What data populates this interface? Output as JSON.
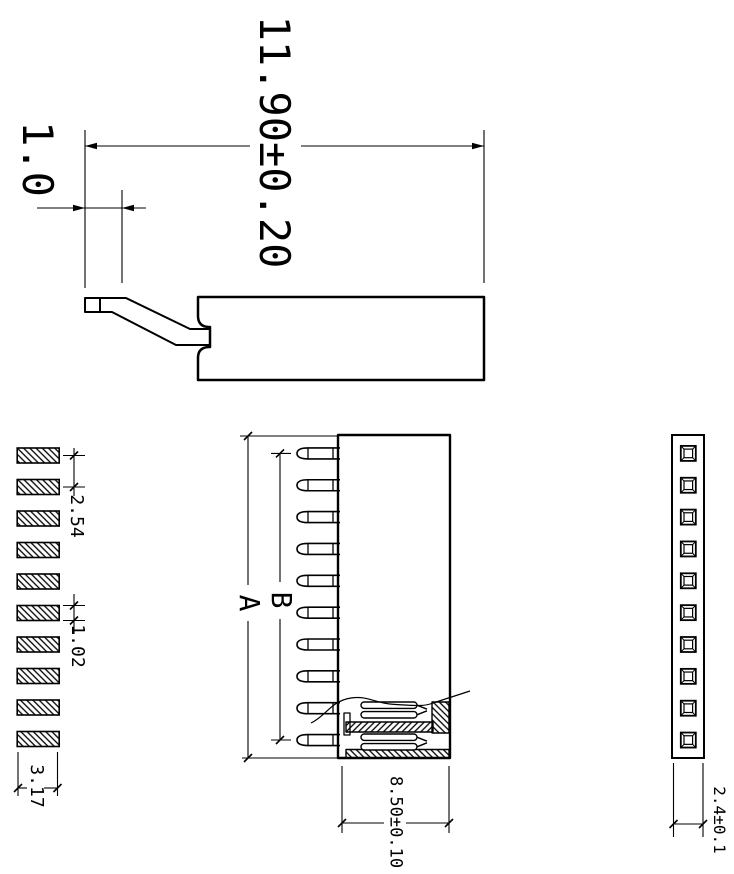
{
  "drawing": {
    "background": "#ffffff",
    "line_color": "#000000",
    "counts": {
      "footprint_pads": 10,
      "pins": 10,
      "pin_holes": 10
    },
    "views": {
      "side_view": {
        "dims": {
          "overall_length": "11.90±0.20",
          "pin_tip_length": "1.0"
        }
      },
      "footprint_view": {
        "dims": {
          "pad_pitch": "2.54",
          "pad_width": "1.02",
          "pad_length": "3.17"
        }
      },
      "section_view": {
        "dims": {
          "overall_height": "A",
          "pin_span": "B",
          "body_width": "8.50±0.10"
        }
      },
      "rear_view": {
        "dims": {
          "body_thickness": "2.4±0.1"
        }
      }
    }
  }
}
